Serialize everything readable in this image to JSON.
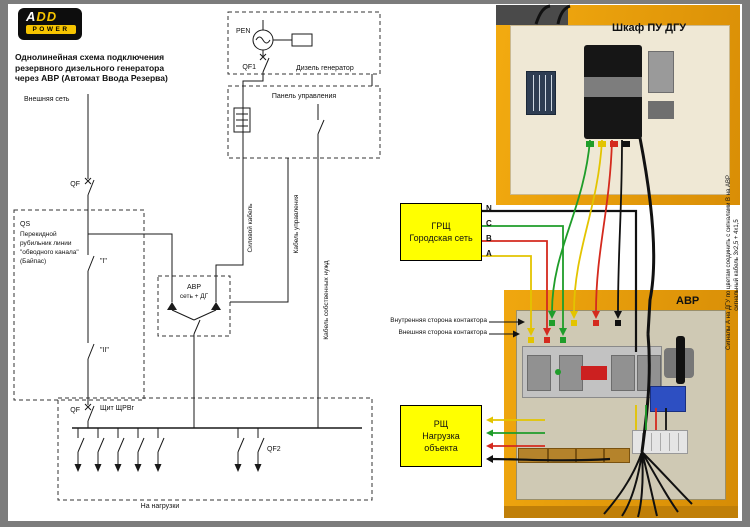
{
  "logo": {
    "part1": "A",
    "part2": "DD",
    "bottom": "POWER"
  },
  "title": {
    "line1": "Однолинейная схема подключения",
    "line2": "резервного дизельного генератора",
    "line3": "через АВР (Автомат Ввода Резерва)"
  },
  "schematic": {
    "pen": "PEN",
    "qf1": "QF1",
    "generator": "Дизель генератор",
    "panel": "Панель управления",
    "external": "Внешняя сеть",
    "qf_top": "QF",
    "qf_bus": "QF",
    "qs": "QS",
    "qs1": "Перекидной",
    "qs2": "рубильник линии",
    "qs3": "\"обводного канала\"",
    "qs4": "(Байпас)",
    "pos1": "\"I\"",
    "pos2": "\"II\"",
    "power_cable": "Силовой кабель",
    "control_cable": "Кабель управления",
    "aux_cable": "Кабель собственных нужд",
    "avr1": "АВР",
    "avr2": "сеть + ДГ",
    "shield": "Щит ЩРВг",
    "qf2": "QF2",
    "loads": "На нагрузки"
  },
  "right": {
    "cabinet_title": "Шкаф ПУ ДГУ",
    "grsh1": "ГРЩ",
    "grsh2": "Городская сеть",
    "phases": [
      "N",
      "C",
      "B",
      "A"
    ],
    "avr_title": "АВР",
    "inner_side": "Внутренняя сторона контактора",
    "outer_side": "Внешняя сторона контактора",
    "rsh1": "РЩ",
    "rsh2": "Нагрузка",
    "rsh3": "объекта",
    "note1": "Сигналы А на ДГУ по цветам соединить с сигналами В на АВР",
    "note2": "сигнальный кабель 3х2,5 + 4х1,5"
  },
  "colors": {
    "wire_black": "#111111",
    "wire_green": "#1f9d2a",
    "wire_red": "#d42a1e",
    "wire_yellow": "#e3c400",
    "cabinet_orange": "#eda015",
    "box_yellow": "#ffff00"
  }
}
